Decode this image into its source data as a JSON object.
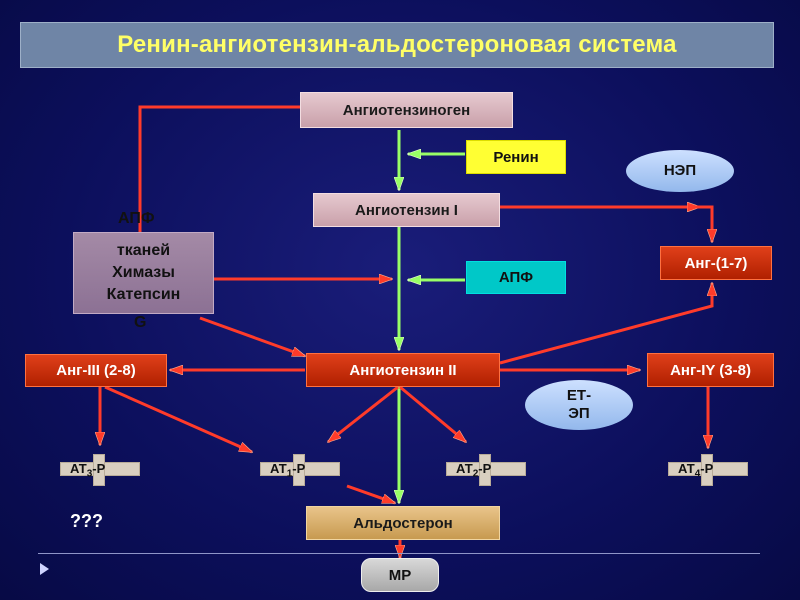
{
  "title": "Ренин-ангиотензин-альдостероновая система",
  "nodes": {
    "angiotensinogen": "Ангиотензиноген",
    "renin": "Ренин",
    "angiotensin1": "Ангиотензин I",
    "nep": "НЭП",
    "apf_tissue_top": "АПФ",
    "tissue_lines": [
      "тканей",
      "Химазы",
      "Катепсин"
    ],
    "tissue_tail": "G",
    "apf": "АПФ",
    "ang17": "Анг-(1-7)",
    "ang3": "Анг-III (2-8)",
    "angiotensin2": "Ангиотензин II",
    "ang4": "Анг-IY (3-8)",
    "etep": "ЕТ-\nЭП",
    "aldosterone": "Альдостерон",
    "mr": "МР",
    "unknown": "???"
  },
  "receptors": {
    "at3": {
      "main": "АТ",
      "sub": "3",
      "suffix": "-Р"
    },
    "at1": {
      "main": "АТ",
      "sub": "1",
      "suffix": "-Р"
    },
    "at2": {
      "main": "АТ",
      "sub": "2",
      "suffix": "-Р"
    },
    "at4": {
      "main": "АТ",
      "sub": "4",
      "suffix": "-Р"
    }
  },
  "colors": {
    "title_bg": "#6f85a6",
    "title_text": "#ffff66",
    "green_arrow": "#99ff66",
    "red_arrow": "#ff3b2a"
  }
}
